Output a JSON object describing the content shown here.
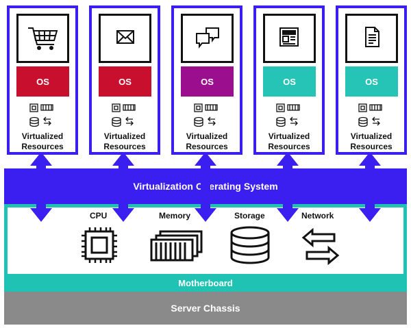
{
  "vms": [
    {
      "app_icon": "shopping-cart-icon",
      "os_label": "OS",
      "os_color": "#c8102e",
      "resources_label": "Virtualized\nResources"
    },
    {
      "app_icon": "envelope-icon",
      "os_label": "OS",
      "os_color": "#c8102e",
      "resources_label": "Virtualized\nResources"
    },
    {
      "app_icon": "chat-bubbles-icon",
      "os_label": "OS",
      "os_color": "#9b0f8f",
      "resources_label": "Virtualized\nResources"
    },
    {
      "app_icon": "newspaper-icon",
      "os_label": "OS",
      "os_color": "#25c4b6",
      "resources_label": "Virtualized\nResources"
    },
    {
      "app_icon": "document-icon",
      "os_label": "OS",
      "os_color": "#25c4b6",
      "resources_label": "Virtualized\nResources"
    }
  ],
  "virtualization_layer": {
    "label": "Virtualization Operating System",
    "color": "#3a1ff0"
  },
  "hardware": {
    "cpu_label": "CPU",
    "memory_label": "Memory",
    "storage_label": "Storage",
    "network_label": "Network"
  },
  "motherboard": {
    "label": "Motherboard",
    "color": "#1fc2b3"
  },
  "chassis": {
    "label": "Server Chassis",
    "color": "#8a8a8a"
  }
}
